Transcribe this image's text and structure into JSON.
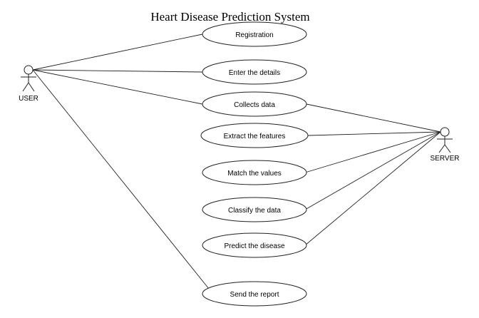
{
  "title": "Heart Disease Prediction System",
  "actors": {
    "user": {
      "label": "USER"
    },
    "server": {
      "label": "SERVER"
    }
  },
  "use_cases": [
    {
      "id": "registration",
      "label": "Registration"
    },
    {
      "id": "enter-details",
      "label": "Enter the details"
    },
    {
      "id": "collects-data",
      "label": "Collects data"
    },
    {
      "id": "extract-features",
      "label": "Extract the features"
    },
    {
      "id": "match-values",
      "label": "Match the values"
    },
    {
      "id": "classify-data",
      "label": "Classify the data"
    },
    {
      "id": "predict-disease",
      "label": "Predict the disease"
    },
    {
      "id": "send-report",
      "label": "Send the report"
    }
  ]
}
